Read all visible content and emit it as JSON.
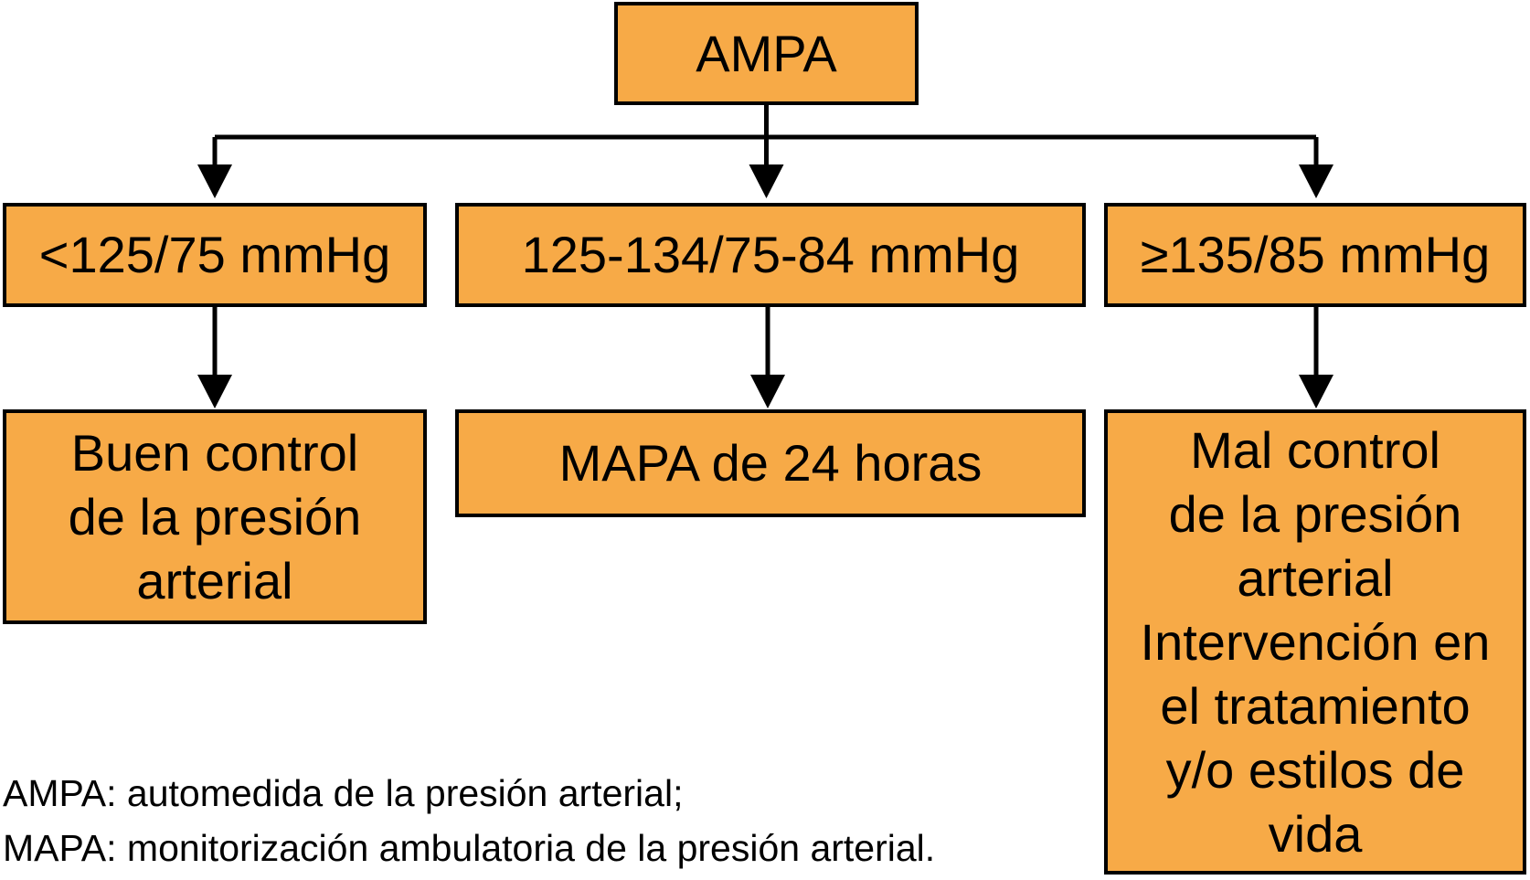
{
  "figure": {
    "root_label": "AMPA",
    "level1": [
      {
        "label": "<125/75 mmHg"
      },
      {
        "label": "125-134/75-84 mmHg"
      },
      {
        "label": "≥135/85 mmHg"
      }
    ],
    "level2": [
      {
        "label": "Buen control\nde la presión\narterial"
      },
      {
        "label": "MAPA de 24 horas"
      },
      {
        "label": "Mal control\nde la presión\narterial\nIntervención en\nel tratamiento\ny/o estilos de\nvida"
      }
    ],
    "footnotes": [
      "AMPA: automedida de la presión arterial;",
      "MAPA: monitorización ambulatoria de la presión arterial."
    ]
  },
  "colors": {
    "box_fill": "#F7AA47",
    "box_border": "#000000",
    "line": "#000000",
    "text": "#000000",
    "background": "#FFFFFF"
  }
}
